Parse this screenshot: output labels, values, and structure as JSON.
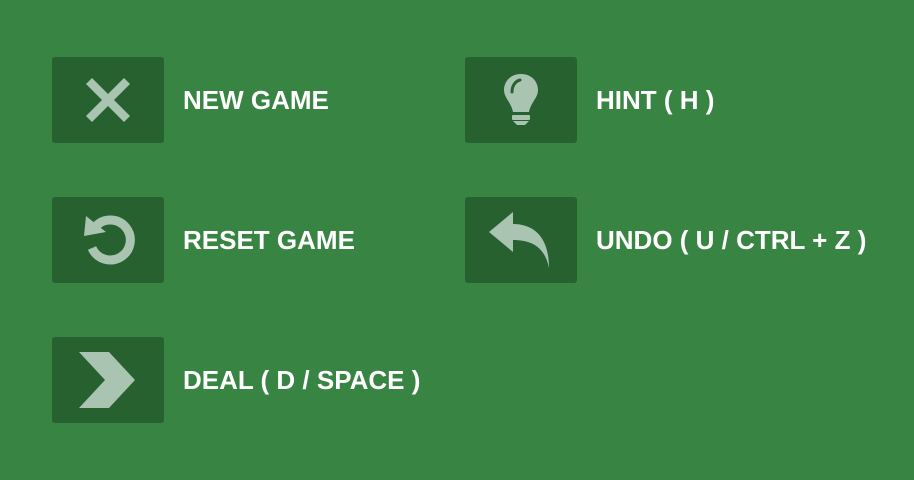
{
  "colors": {
    "background": "#388443",
    "button_bg": "#276130",
    "icon": "#a9c4b0",
    "text": "#ffffff"
  },
  "menu": {
    "items": [
      {
        "label": "NEW GAME",
        "icon": "x-icon"
      },
      {
        "label": "HINT ( H )",
        "icon": "lightbulb-icon"
      },
      {
        "label": "RESET GAME",
        "icon": "reset-icon"
      },
      {
        "label": "UNDO ( U / CTRL + Z )",
        "icon": "undo-arrow-icon"
      },
      {
        "label": "DEAL ( D / SPACE )",
        "icon": "chevron-right-icon"
      }
    ]
  }
}
